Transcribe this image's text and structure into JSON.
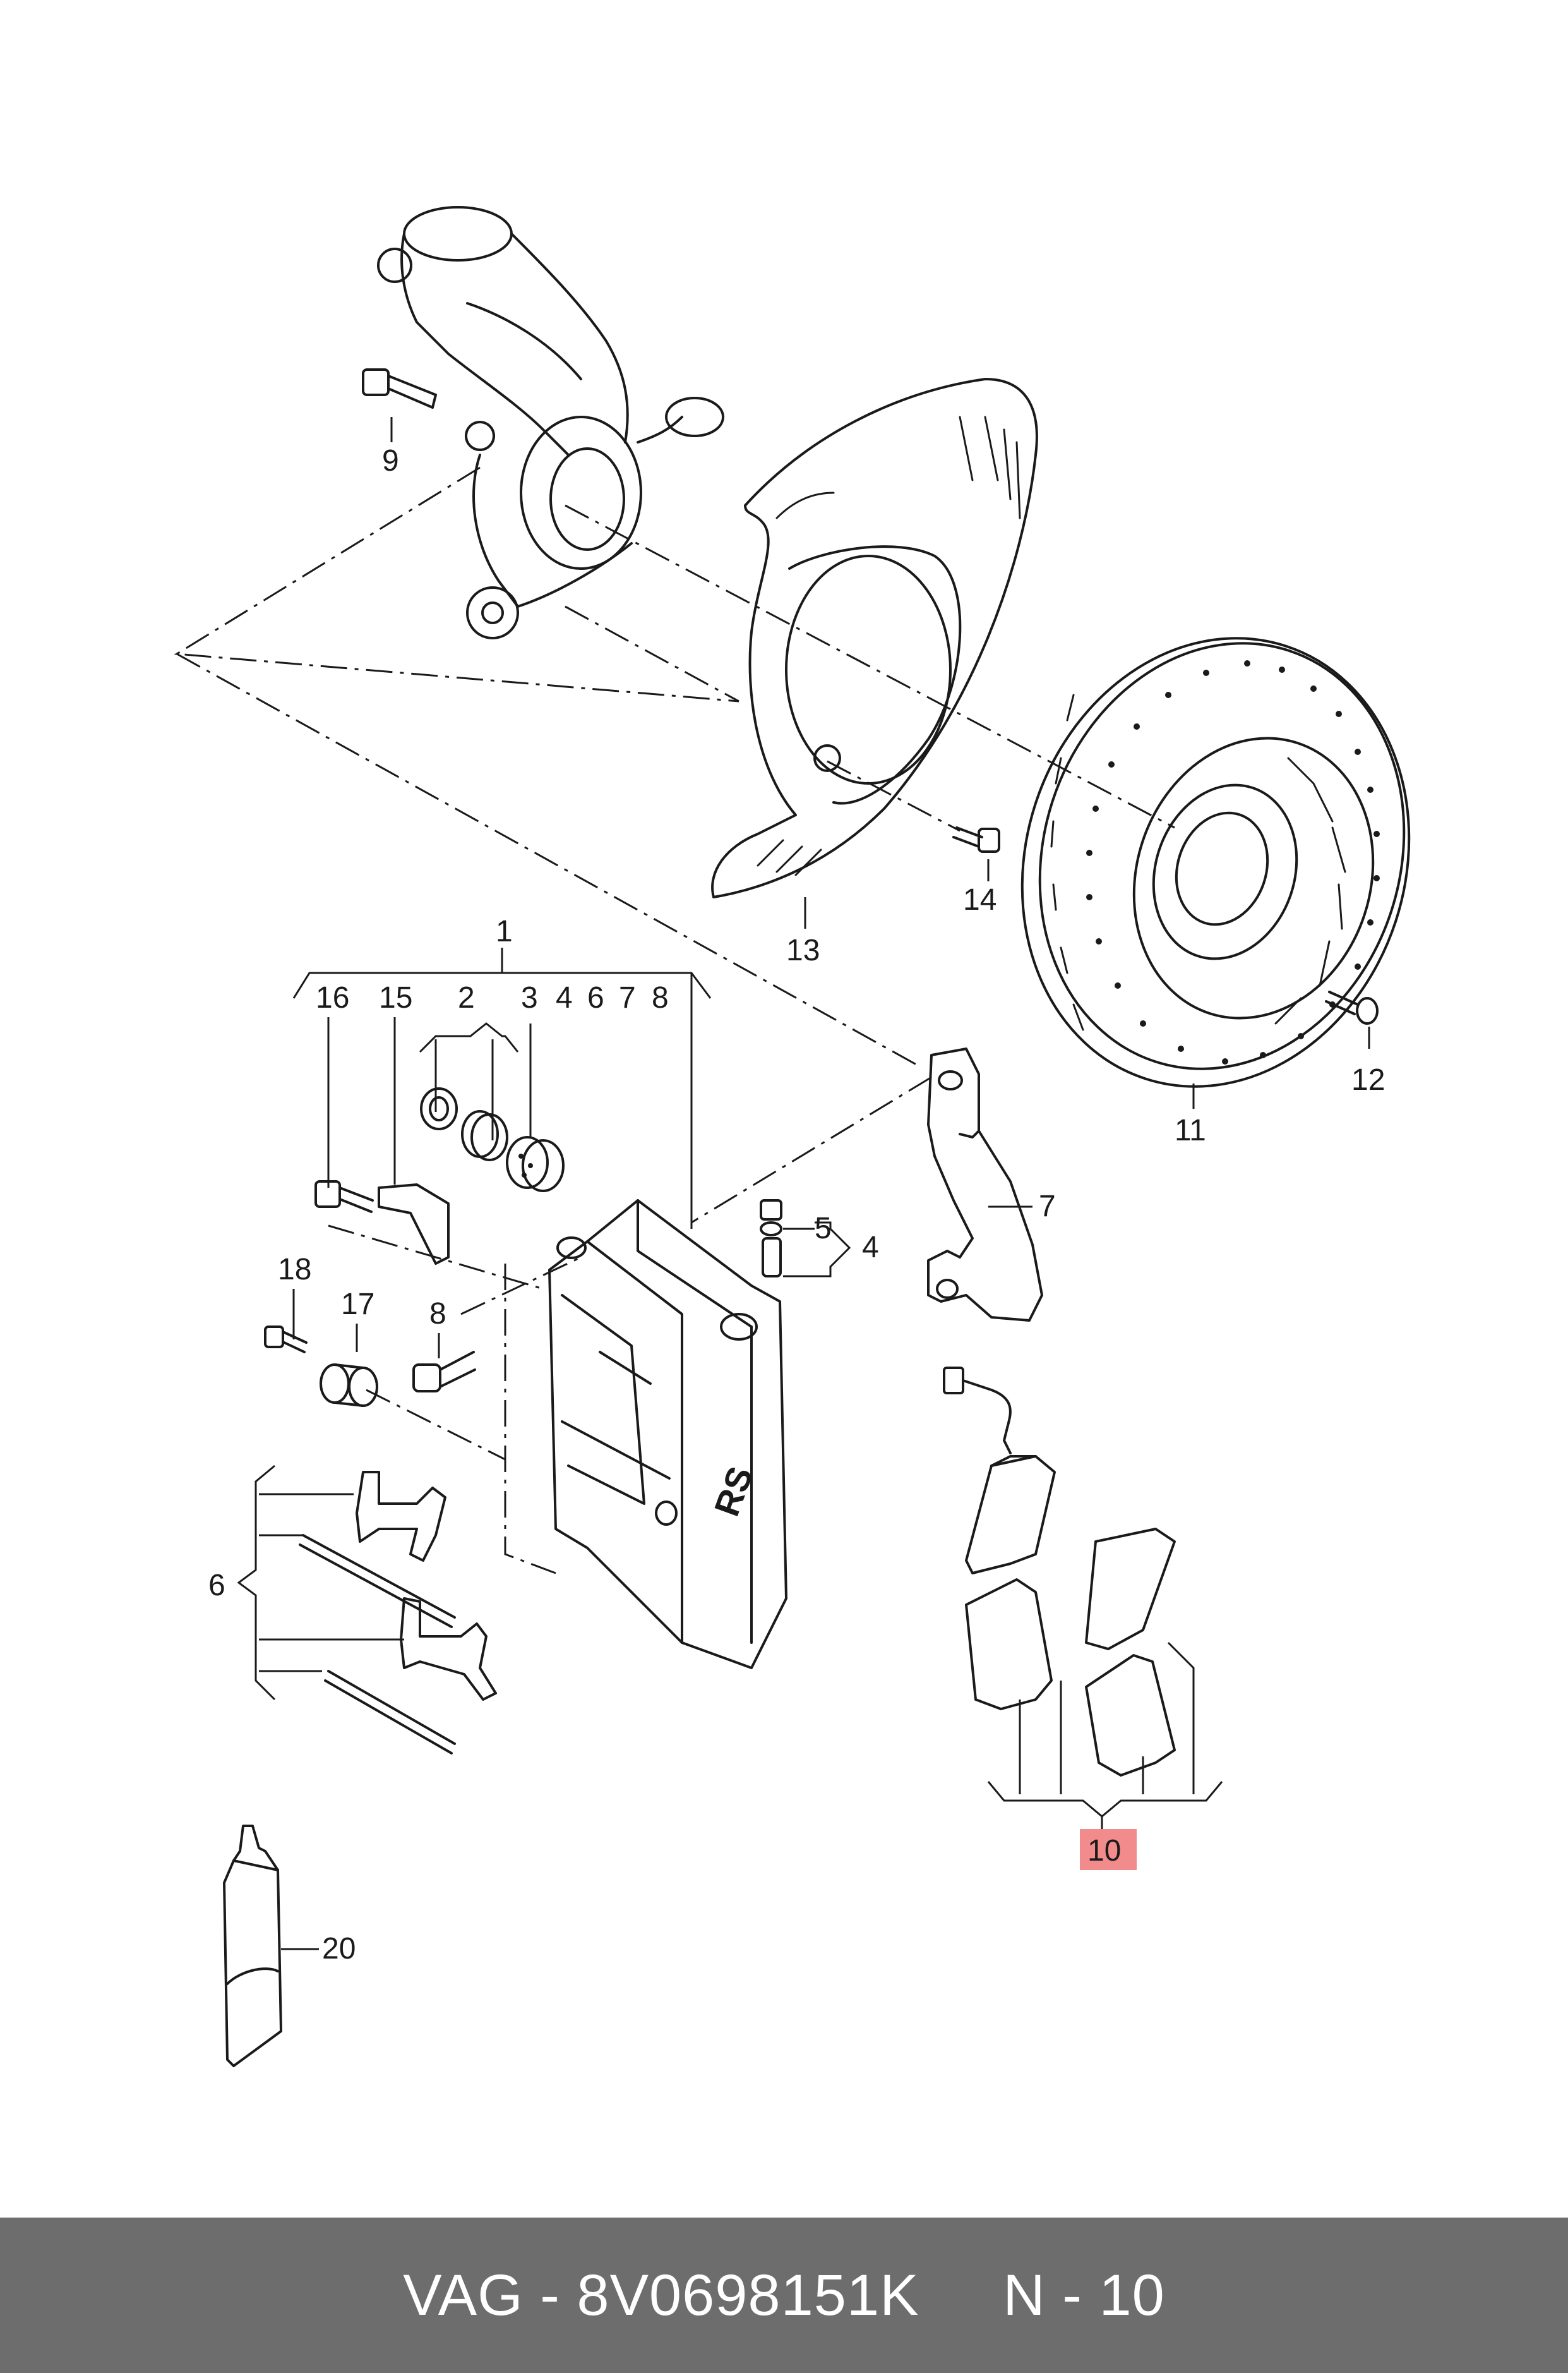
{
  "callouts": {
    "c1": "1",
    "c2": "2",
    "c3": "3",
    "c4a": "4",
    "c6a": "6",
    "c7a": "7",
    "c8a": "8",
    "c4": "4",
    "c5": "5",
    "c6": "6",
    "c7": "7",
    "c8": "8",
    "c9": "9",
    "c10": "10",
    "c11": "11",
    "c12": "12",
    "c13": "13",
    "c14": "14",
    "c15": "15",
    "c16": "16",
    "c17": "17",
    "c18": "18",
    "c20": "20"
  },
  "highlight_color": "#f28b8b",
  "footer": {
    "text": "VAG - 8V0698151K     N - 10",
    "background": "#6d6d6d"
  }
}
